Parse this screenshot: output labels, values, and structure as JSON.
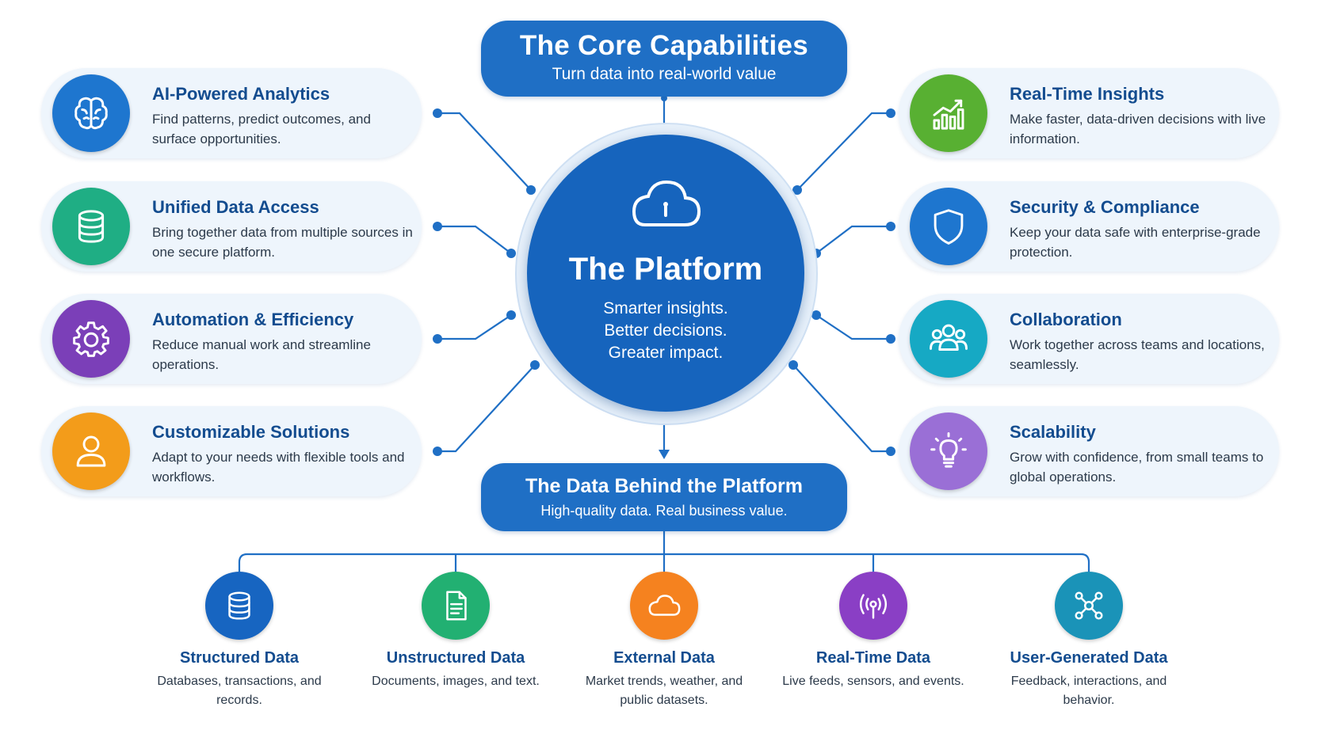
{
  "header": {
    "title": "The Core Capabilities",
    "subtitle": "Turn data into real-world value"
  },
  "hub": {
    "title": "The Platform",
    "tagline": "Smarter insights.\nBetter decisions.\nGreater impact."
  },
  "capabilities_left": [
    {
      "title": "AI-Powered Analytics",
      "desc": "Find patterns, predict outcomes, and surface opportunities.",
      "icon": "brain-icon",
      "color": "#1e76cf"
    },
    {
      "title": "Unified Data Access",
      "desc": "Bring together data from multiple sources in one secure platform.",
      "icon": "database-icon",
      "color": "#1fae84"
    },
    {
      "title": "Automation & Efficiency",
      "desc": "Reduce manual work and streamline operations.",
      "icon": "gear-icon",
      "color": "#7b3fb8"
    },
    {
      "title": "Customizable Solutions",
      "desc": "Adapt to your needs with flexible tools and workflows.",
      "icon": "user-icon",
      "color": "#f39c1a"
    }
  ],
  "capabilities_right": [
    {
      "title": "Real-Time Insights",
      "desc": "Make faster, data-driven decisions with live information.",
      "icon": "growth-chart-icon",
      "color": "#58b032"
    },
    {
      "title": "Security & Compliance",
      "desc": "Keep your data safe with enterprise-grade protection.",
      "icon": "shield-icon",
      "color": "#1e76cf"
    },
    {
      "title": "Collaboration",
      "desc": "Work together across teams and locations, seamlessly.",
      "icon": "team-icon",
      "color": "#16a9c4"
    },
    {
      "title": "Scalability",
      "desc": "Grow with confidence, from small teams to global operations.",
      "icon": "lightbulb-icon",
      "color": "#9a6fd6"
    }
  ],
  "data_section": {
    "title": "The Data Behind the Platform",
    "subtitle": "High-quality data. Real business value."
  },
  "data_sources": [
    {
      "title": "Structured Data",
      "desc": "Databases, transactions, and records.",
      "icon": "database-icon",
      "color": "#1765c1"
    },
    {
      "title": "Unstructured Data",
      "desc": "Documents, images, and text.",
      "icon": "document-icon",
      "color": "#22b072"
    },
    {
      "title": "External Data",
      "desc": "Market trends, weather, and public datasets.",
      "icon": "cloud-icon",
      "color": "#f5821f"
    },
    {
      "title": "Real-Time Data",
      "desc": "Live feeds, sensors, and events.",
      "icon": "broadcast-icon",
      "color": "#8a3fc5"
    },
    {
      "title": "User-Generated Data",
      "desc": "Feedback, interactions, and behavior.",
      "icon": "network-icon",
      "color": "#1a93b8"
    }
  ]
}
